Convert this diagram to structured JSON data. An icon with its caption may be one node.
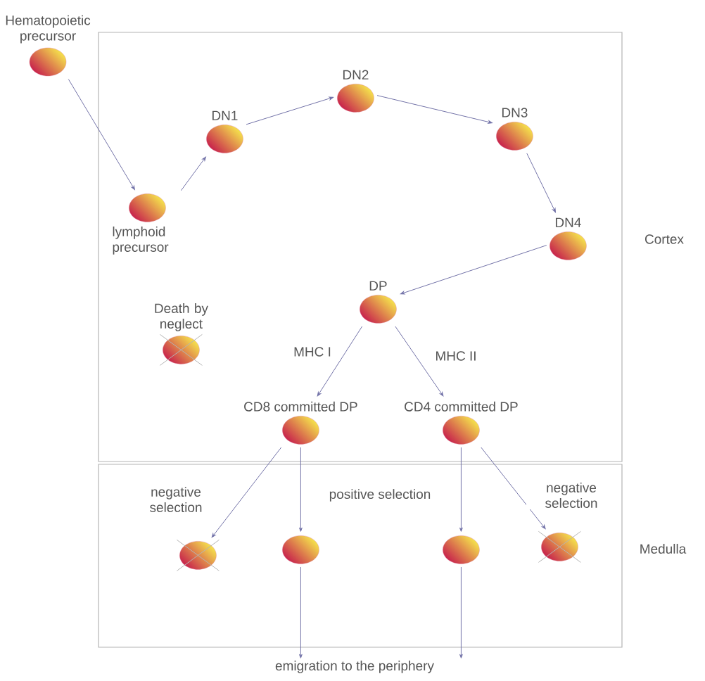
{
  "diagram": {
    "nodes": [
      {
        "text": [
          "Cortex"
        ]
      },
      {
        "text": [
          "Medulla"
        ]
      },
      {
        "text": [
          "Hematopoietic precursor"
        ]
      },
      {
        "text": [
          "lymphoid precursor"
        ],
        "in": 0
      },
      {
        "text": [
          "DN1"
        ],
        "in": 0
      },
      {
        "text": [
          "DN2"
        ],
        "in": 0
      },
      {
        "text": [
          "DN3"
        ],
        "in": 0
      },
      {
        "text": [
          "DN4"
        ],
        "in": 0
      },
      {
        "text": [
          "DP"
        ],
        "in": 0
      },
      {
        "text": [],
        "shape": "crossed-circle",
        "beside": [
          "Death by neglect"
        ],
        "in": 0
      },
      {
        "text": [
          "CD8 committed DP"
        ],
        "in": 0
      },
      {
        "text": [
          "CD4 committed DP"
        ],
        "in": 0
      },
      {
        "text": [],
        "shape": "crossed-circle",
        "in": 1
      },
      {
        "text": [],
        "shape": "circle",
        "in": 1
      },
      {
        "text": [],
        "shape": "circle",
        "in": 1
      },
      {
        "text": [],
        "shape": "crossed-circle",
        "in": 1
      },
      {
        "text": [
          "emigration to the periphery"
        ]
      }
    ],
    "edges": [
      {
        "from": 2,
        "to": 3,
        "arrow": "to"
      },
      {
        "from": 3,
        "to": 4,
        "arrow": "to"
      },
      {
        "from": 4,
        "to": 5,
        "arrow": "to"
      },
      {
        "from": 5,
        "to": 6,
        "arrow": "to"
      },
      {
        "from": 6,
        "to": 7,
        "arrow": "to"
      },
      {
        "from": 7,
        "to": 8,
        "arrow": "to"
      },
      {
        "from": 8,
        "to": 10,
        "arrow": "to",
        "label": "MHC I"
      },
      {
        "from": 8,
        "to": 11,
        "arrow": "to",
        "label": "MHC II"
      },
      {
        "from": 10,
        "to": 12,
        "arrow": "to",
        "label": "negative selection"
      },
      {
        "from": 10,
        "to": 13,
        "arrow": "to"
      },
      {
        "from": 11,
        "to": 14,
        "arrow": "to"
      },
      {
        "from": 11,
        "to": 15,
        "arrow": "to",
        "label": "negative selection"
      },
      {
        "from": 13,
        "to": 16,
        "arrow": "to"
      },
      {
        "from": 14,
        "to": 16,
        "arrow": "to"
      }
    ],
    "labels": [
      "positive selection"
    ]
  }
}
